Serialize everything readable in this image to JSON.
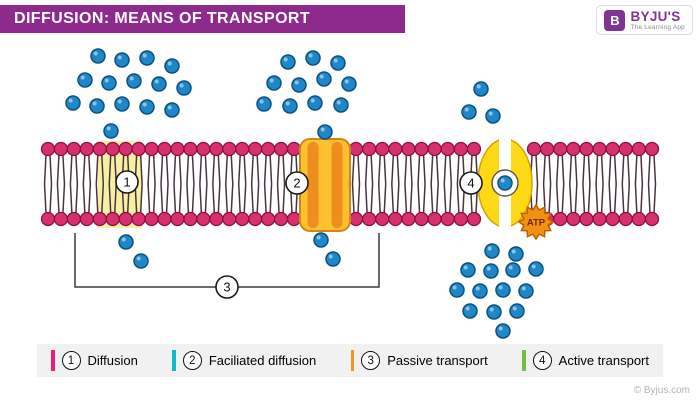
{
  "header": {
    "title": "DIFFUSION: MEANS OF TRANSPORT",
    "banner_color": "#8e2a8e"
  },
  "logo": {
    "icon_letter": "B",
    "brand": "BYJU'S",
    "tagline": "The Learning App",
    "purple": "#7d3793"
  },
  "diagram": {
    "site_labels": {
      "diffusion": "1",
      "facilitated_diffusion": "2",
      "passive_transport": "3",
      "active_transport": "4"
    },
    "atp_label": "ATP",
    "colors": {
      "molecule_fill": "#1d87c9",
      "molecule_stroke": "#0e517e",
      "lipid_head_fill": "#d8306f",
      "lipid_head_stroke": "#8a123f",
      "lipid_tail": "#4a3340",
      "diffusion_region": "#f6f0a3",
      "channel_fill": "#fdc12f",
      "channel_stroke": "#d2831c",
      "channel_pillar": "#ef8d1f",
      "carrier_fill": "#ffd916",
      "carrier_stroke": "#cfa300",
      "atp_fill": "#f29111",
      "atp_stroke": "#c05e00",
      "atp_text_color": "#6b2d00",
      "label_circle_stroke": "#1a1a1a",
      "bracket": "#3a3a3a"
    }
  },
  "legend": {
    "items": [
      {
        "number": "1",
        "label": "Diffusion",
        "color": "#ec1e79"
      },
      {
        "number": "2",
        "label": "Faciliated diffusion",
        "color": "#16b8c9"
      },
      {
        "number": "3",
        "label": "Passive transport",
        "color": "#f7941d"
      },
      {
        "number": "4",
        "label": "Active transport",
        "color": "#72bf44"
      }
    ]
  },
  "footer": {
    "copyright": "© Byjus.com"
  }
}
